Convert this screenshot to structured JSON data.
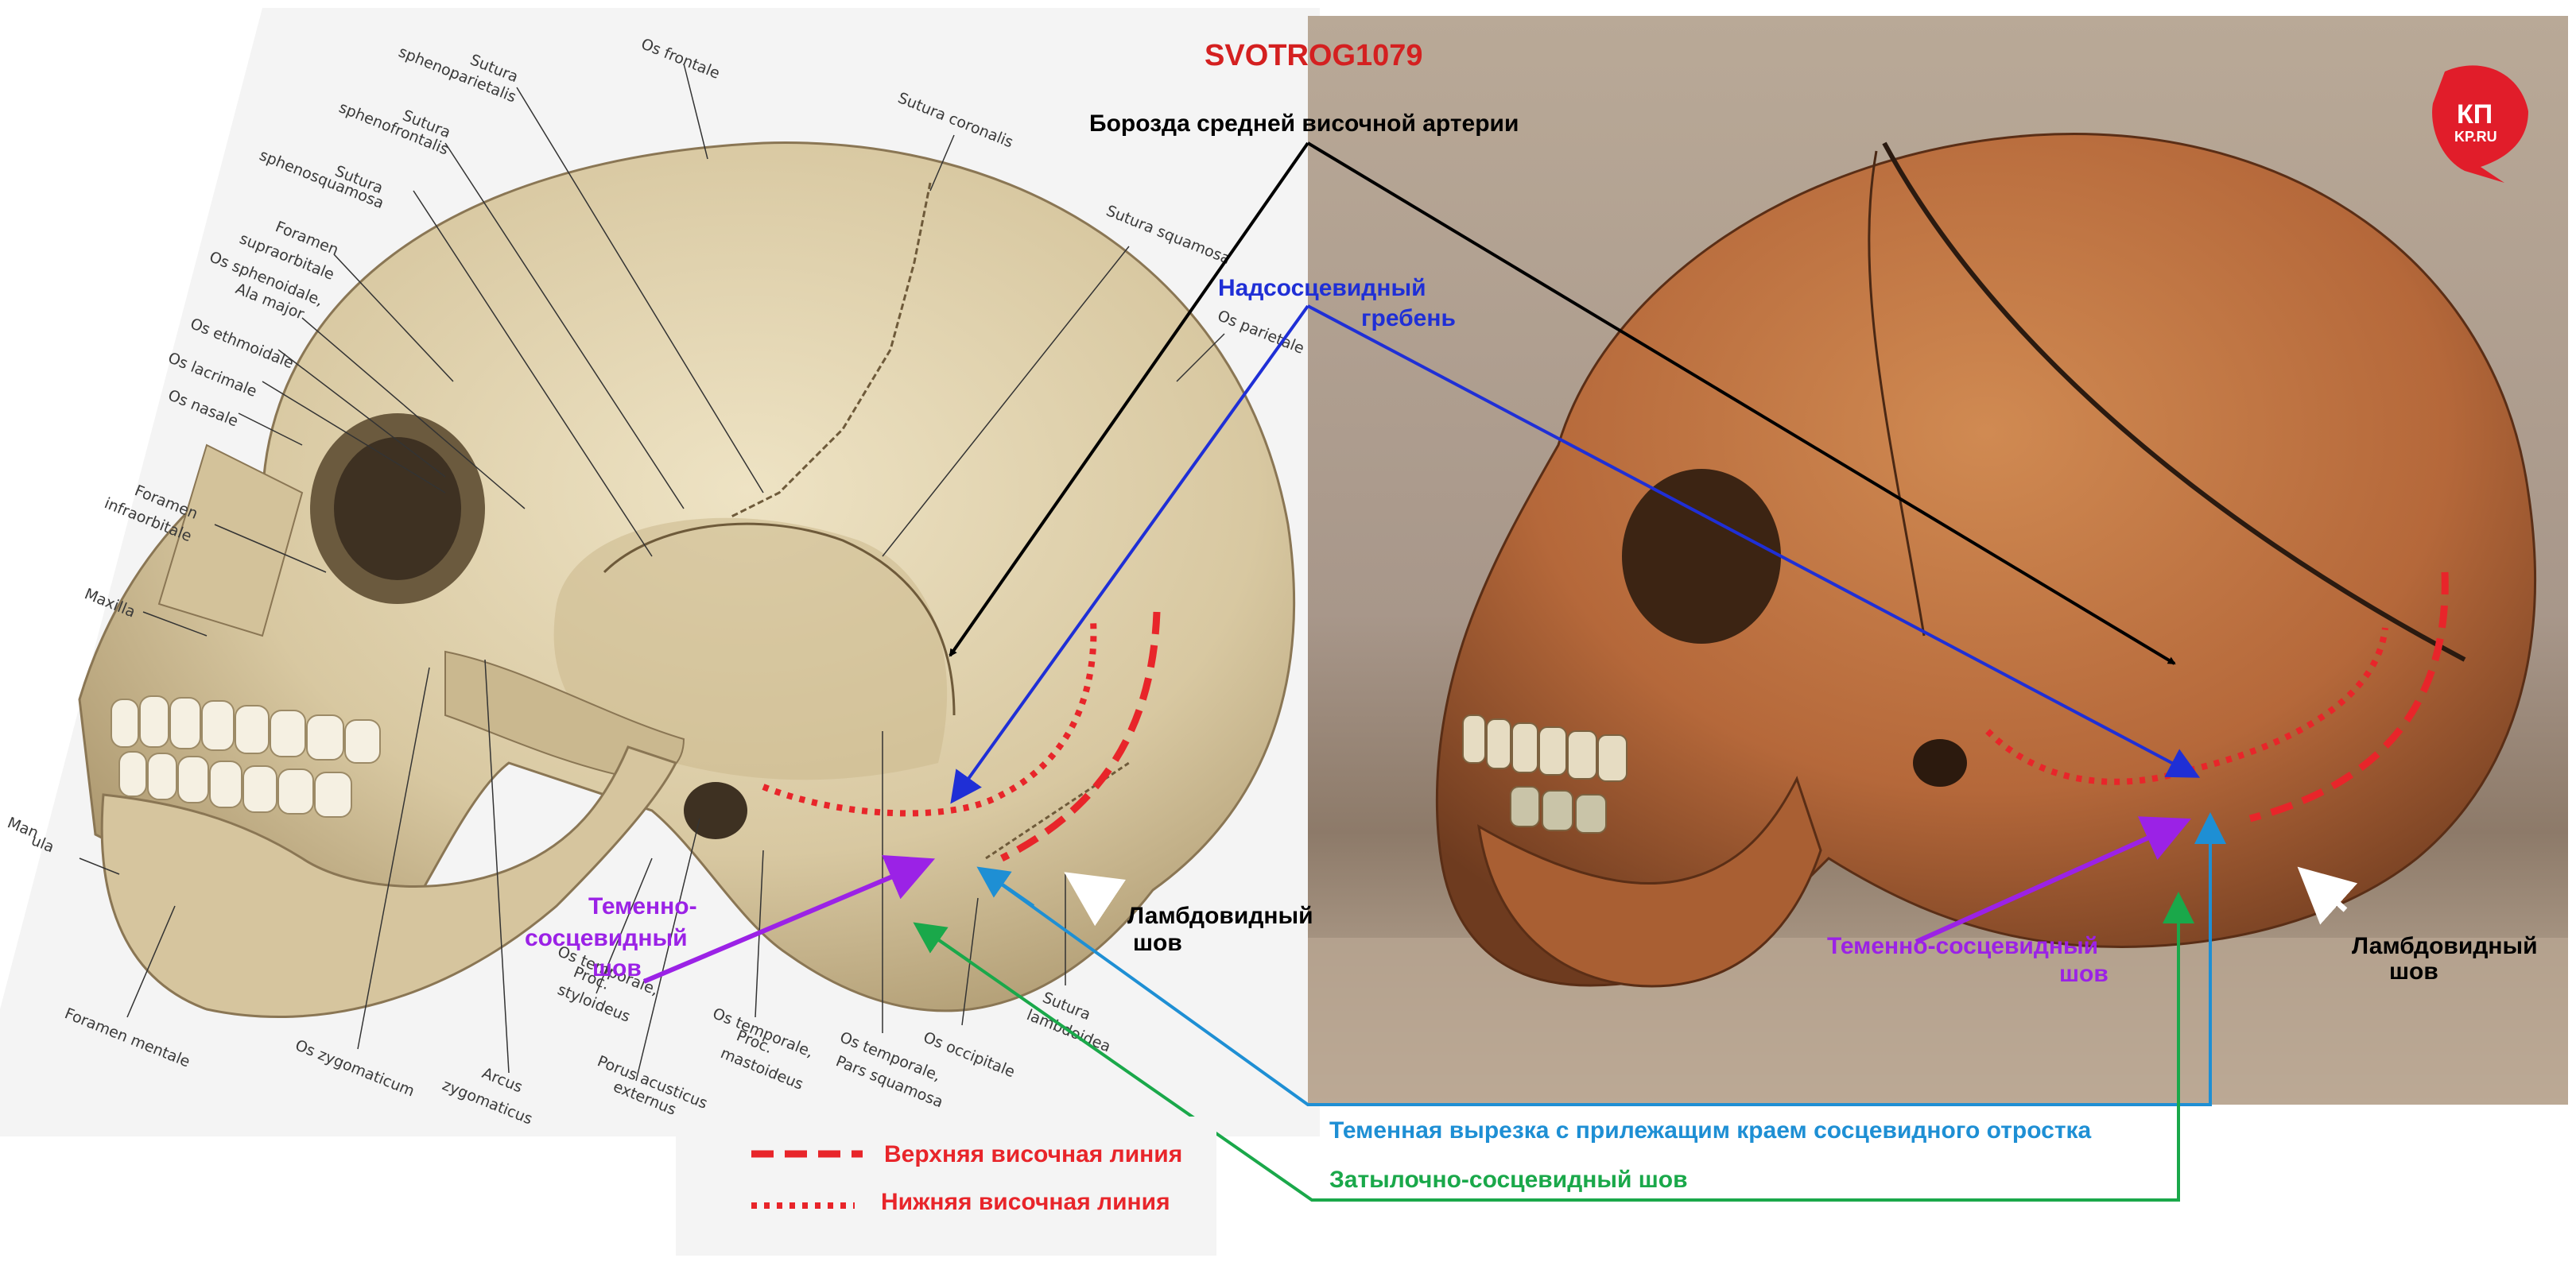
{
  "watermark": "SVOTROG1079",
  "logo": {
    "text": "КП",
    "subtext": "KP.RU"
  },
  "latin_labels": {
    "os_frontale": "Os frontale",
    "sutura_sphenoparietalis_1": "Sutura",
    "sutura_sphenoparietalis_2": "sphenoparietalis",
    "sutura_sphenofrontalis_1": "Sutura",
    "sutura_sphenofrontalis_2": "sphenofrontalis",
    "sutura_sphenosquamosa_1": "Sutura",
    "sutura_sphenosquamosa_2": "sphenosquamosa",
    "foramen_supraorbitale_1": "Foramen",
    "foramen_supraorbitale_2": "supraorbitale",
    "os_sphenoidale_1": "Os sphenoidale,",
    "os_sphenoidale_2": "Ala major",
    "os_ethmoidale": "Os ethmoidale",
    "os_lacrimale": "Os lacrimale",
    "os_nasale": "Os nasale",
    "foramen_infraorbitale_1": "Foramen",
    "foramen_infraorbitale_2": "infraorbitale",
    "maxilla": "Maxilla",
    "mandibula_1": "Man",
    "mandibula_2": "ula",
    "foramen_mentale": "Foramen mentale",
    "os_zygomaticum": "Os zygomaticum",
    "arcus_zygomaticus_1": "Arcus",
    "arcus_zygomaticus_2": "zygomaticus",
    "porus_acusticus_1": "Porus acusticus",
    "porus_acusticus_2": "externus",
    "proc_styloideus_1": "Os temporale,",
    "proc_styloideus_2": "Proc.",
    "proc_styloideus_3": "styloideus",
    "proc_mastoideus_1": "Os temporale,",
    "proc_mastoideus_2": "Proc.",
    "proc_mastoideus_3": "mastoideus",
    "pars_squamosa_1": "Os temporale,",
    "pars_squamosa_2": "Pars squamosa",
    "os_occipitale": "Os occipitale",
    "sutura_lambdoidea_1": "Sutura",
    "sutura_lambdoidea_2": "lambdoidea",
    "sutura_coronalis": "Sutura coronalis",
    "sutura_squamosa": "Sutura squamosa",
    "os_parietale": "Os parietale"
  },
  "annotations": {
    "groove_artery": "Борозда средней височной артерии",
    "supramastoid_crest_1": "Надсосцевидный",
    "supramastoid_crest_2": "гребень",
    "parietomastoid_left_1": "Теменно-",
    "parietomastoid_left_2": "сосцевидный",
    "parietomastoid_left_3": "шов",
    "lambdoid_left_1": "Ламбдовидный",
    "lambdoid_left_2": "шов",
    "parietomastoid_right_1": "Теменно-сосцевидный",
    "parietomastoid_right_2": "шов",
    "lambdoid_right_1": "Ламбдовидный",
    "lambdoid_right_2": "шов",
    "parietal_notch": "Теменная вырезка с прилежащим краем сосцевидного отростка",
    "occipitomastoid": "Затылочно-сосцевидный шов"
  },
  "legend": {
    "upper_temporal_line": "Верхняя височная линия",
    "lower_temporal_line": "Нижняя височная линия"
  },
  "colors": {
    "watermark": "#d42020",
    "temporal_lines": "#e8252a",
    "black_arrow": "#000000",
    "blue_arrow": "#1f2fd6",
    "purple_arrow": "#9b22e6",
    "cyan_arrow": "#1e8fd4",
    "green_arrow": "#1aa84a",
    "illustration_bone": "#d9cba6",
    "photo_bone": "#b5683a"
  }
}
